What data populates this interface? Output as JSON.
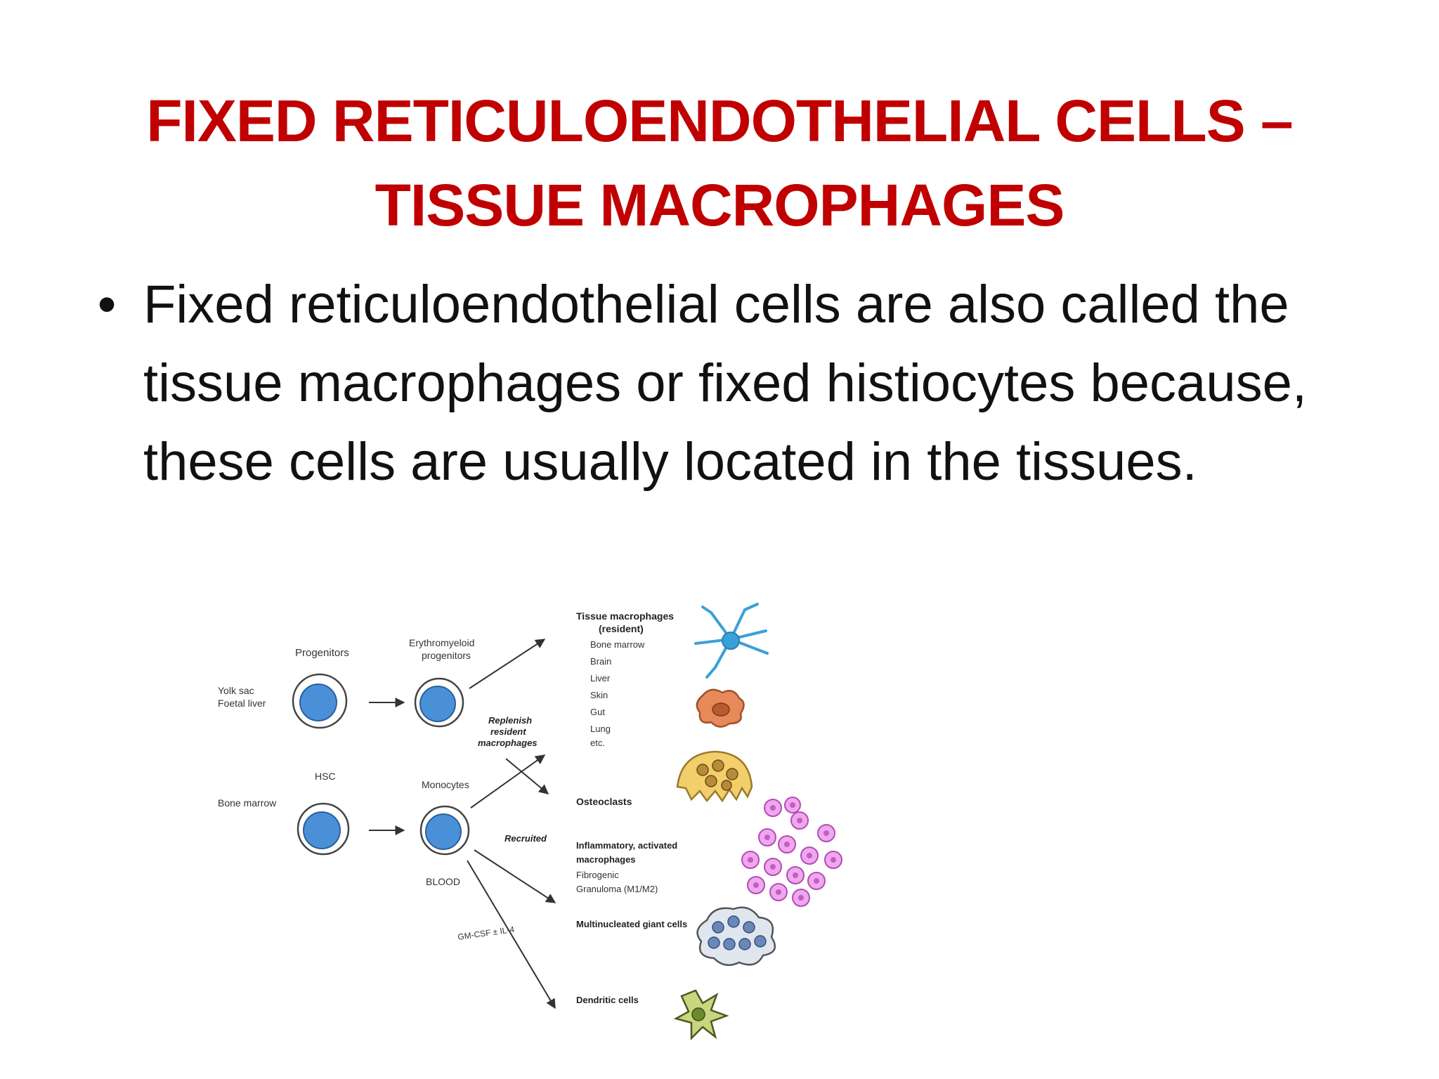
{
  "slide": {
    "title_line1": "FIXED RETICULOENDOTHELIAL CELLS –",
    "title_line2": "TISSUE MACROPHAGES",
    "bullet_symbol": "•",
    "bullet_text": "Fixed reticuloendothelial cells are also called the tissue macrophages or fixed histiocytes because, these cells are usually located in the tissues."
  },
  "figure": {
    "labels": {
      "progenitors": "Progenitors",
      "yolk_sac": "Yolk sac",
      "foetal_liver": "Foetal liver",
      "erythromyeloid_1": "Erythromyeloid",
      "erythromyeloid_2": "progenitors",
      "hsc": "HSC",
      "bone_marrow_left": "Bone marrow",
      "monocytes": "Monocytes",
      "blood": "BLOOD",
      "replenish_1": "Replenish",
      "replenish_2": "resident",
      "replenish_3": "macrophages",
      "recruited": "Recruited",
      "gmcsf": "GM-CSF ± IL-4",
      "tissue_macrophages_1": "Tissue macrophages",
      "tissue_macrophages_2": "(resident)",
      "tm_bone_marrow": "Bone marrow",
      "tm_brain": "Brain",
      "tm_liver": "Liver",
      "tm_skin": "Skin",
      "tm_gut": "Gut",
      "tm_lung": "Lung",
      "tm_etc": "etc.",
      "osteoclasts": "Osteoclasts",
      "inflammatory_1": "Inflammatory, activated",
      "inflammatory_2": "macrophages",
      "fibrogenic": "Fibrogenic",
      "granuloma": "Granuloma (M1/M2)",
      "giant_cells": "Multinucleated giant cells",
      "dendritic_cells": "Dendritic cells"
    },
    "colors": {
      "nucleus_blue": "#4a90d9",
      "microglia_blue": "#3aa0d8",
      "kupffer_orange": "#e8895a",
      "osteoclast_yellow": "#f2cf6a",
      "inflammatory_pink": "#d77bd8",
      "giant_cell_blue": "#6b87b8",
      "dendritic_green": "#8fa84a"
    }
  }
}
